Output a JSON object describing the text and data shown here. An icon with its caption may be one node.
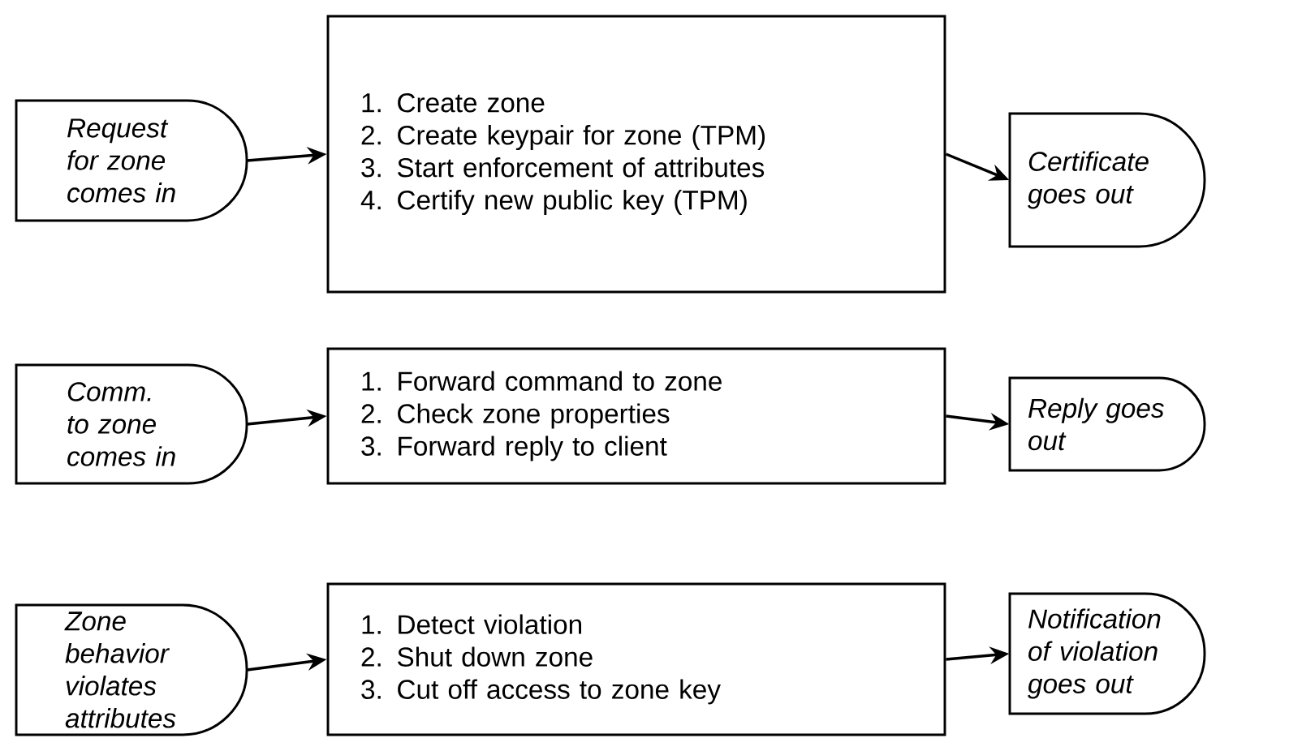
{
  "diagram": {
    "nodes": [
      {
        "text": [
          "Request for zone comes in"
        ]
      },
      {
        "text": [
          "1. Create zone",
          "2. Create keypair for zone (TPM)",
          "3. Start enforcement of attributes",
          "4. Certify new public key (TPM)"
        ]
      },
      {
        "text": [
          "Certificate goes out"
        ]
      },
      {
        "text": [
          "Comm. to zone comes in"
        ]
      },
      {
        "text": [
          "1. Forward command to zone",
          "2. Check zone properties",
          "3. Forward reply to client"
        ]
      },
      {
        "text": [
          "Reply goes out"
        ]
      },
      {
        "text": [
          "Zone behavior violates attributes"
        ]
      },
      {
        "text": [
          "1. Detect violation",
          "2. Shut down zone",
          "3. Cut off access to zone key"
        ]
      },
      {
        "text": [
          "Notification of violation goes out"
        ]
      }
    ],
    "edges": [
      {
        "from": 0,
        "to": 1,
        "arrow": "to"
      },
      {
        "from": 1,
        "to": 2,
        "arrow": "to"
      },
      {
        "from": 3,
        "to": 4,
        "arrow": "to"
      },
      {
        "from": 4,
        "to": 5,
        "arrow": "to"
      },
      {
        "from": 6,
        "to": 7,
        "arrow": "to"
      },
      {
        "from": 7,
        "to": 8,
        "arrow": "to"
      }
    ]
  }
}
